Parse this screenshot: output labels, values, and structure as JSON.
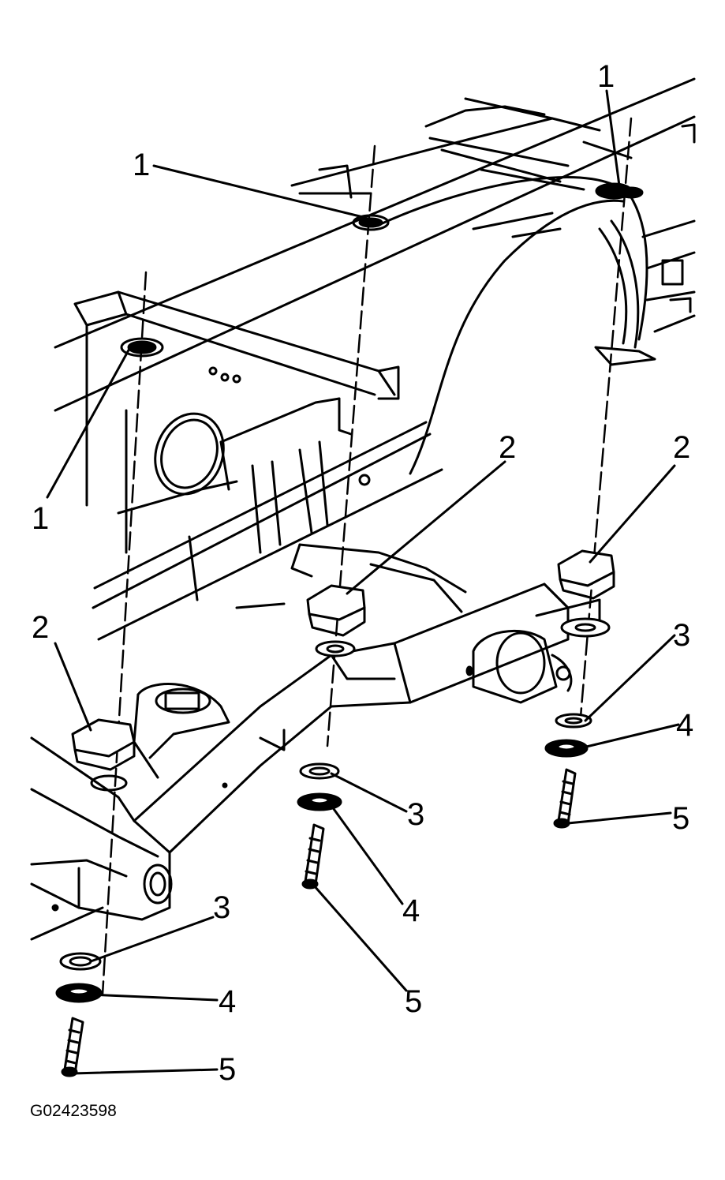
{
  "figure_id": "G02423598",
  "callouts": {
    "body_mount_cushion_top": "1",
    "body_mount_cushion_lower": "2",
    "spacer": "3",
    "retainer": "4",
    "bolt": "5"
  },
  "colors": {
    "ink": "#000000",
    "paper": "#ffffff"
  }
}
